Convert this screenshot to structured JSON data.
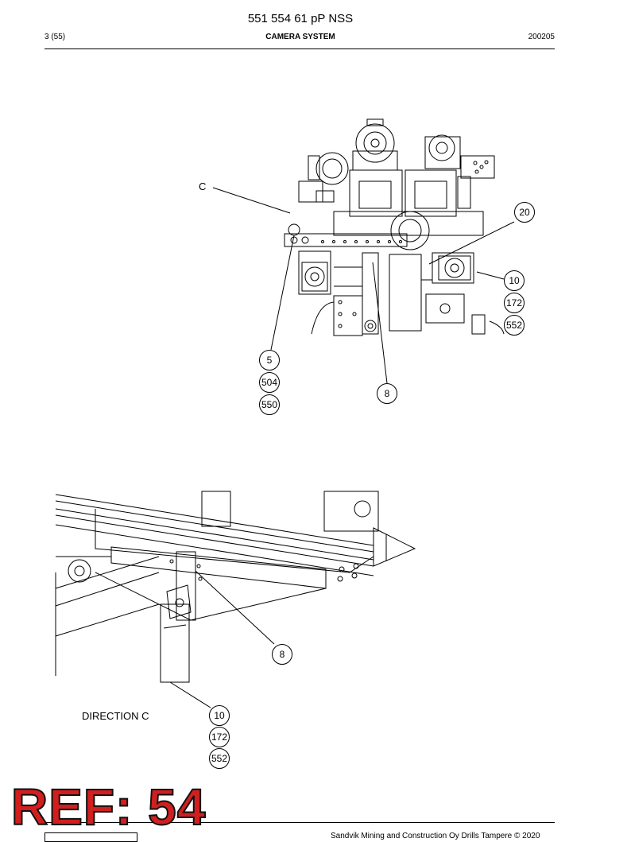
{
  "header": {
    "doc_title": "551 554 61 pP NSS",
    "page_number": "3 (55)",
    "section_title": "CAMERA SYSTEM",
    "date": "200205"
  },
  "drawing": {
    "view_label": "C",
    "direction_label": "DIRECTION C",
    "top_callouts": {
      "c20": "20",
      "c10": "10",
      "c172": "172",
      "c552": "552",
      "c5": "5",
      "c504": "504",
      "c550": "550",
      "c8": "8"
    },
    "bottom_callouts": {
      "c8": "8",
      "c10": "10",
      "c172": "172",
      "c552": "552"
    }
  },
  "stamp": {
    "text": "REF: 54",
    "color": "#d11f1f"
  },
  "footer": {
    "text": "Sandvik Mining and Construction Oy Drills Tampere © 2020"
  }
}
